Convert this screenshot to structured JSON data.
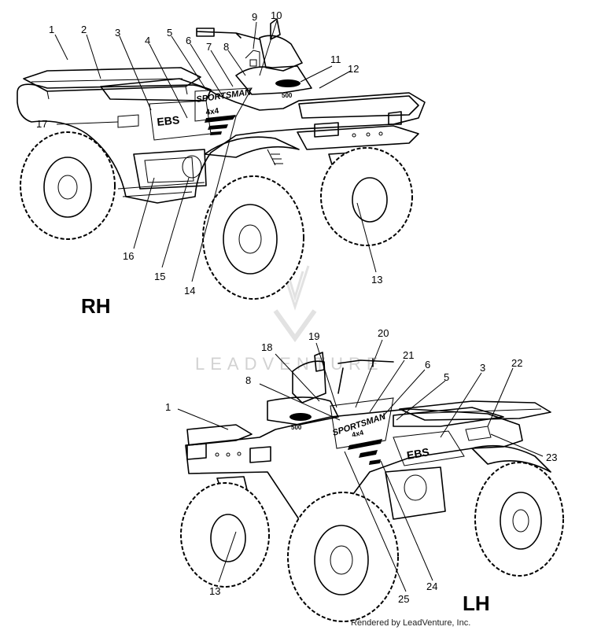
{
  "views": [
    {
      "side_label": "RH",
      "callouts": [
        "1",
        "2",
        "3",
        "4",
        "5",
        "6",
        "7",
        "8",
        "9",
        "10",
        "11",
        "12",
        "13",
        "14",
        "15",
        "16",
        "17"
      ],
      "decal_text": {
        "ebs": "EBS",
        "sportsman": "SPORTSMAN",
        "model": "4x4",
        "engine": "500"
      }
    },
    {
      "side_label": "LH",
      "callouts": [
        "18",
        "19",
        "20",
        "21",
        "6",
        "5",
        "3",
        "22",
        "8",
        "1",
        "23",
        "13",
        "25",
        "24"
      ],
      "decal_text": {
        "ebs": "EBS",
        "sportsman": "SPORTSMAN",
        "model": "4x4",
        "engine": "500"
      }
    }
  ],
  "watermark": "LEADVENTURE",
  "footer": "Rendered by LeadVenture, Inc."
}
